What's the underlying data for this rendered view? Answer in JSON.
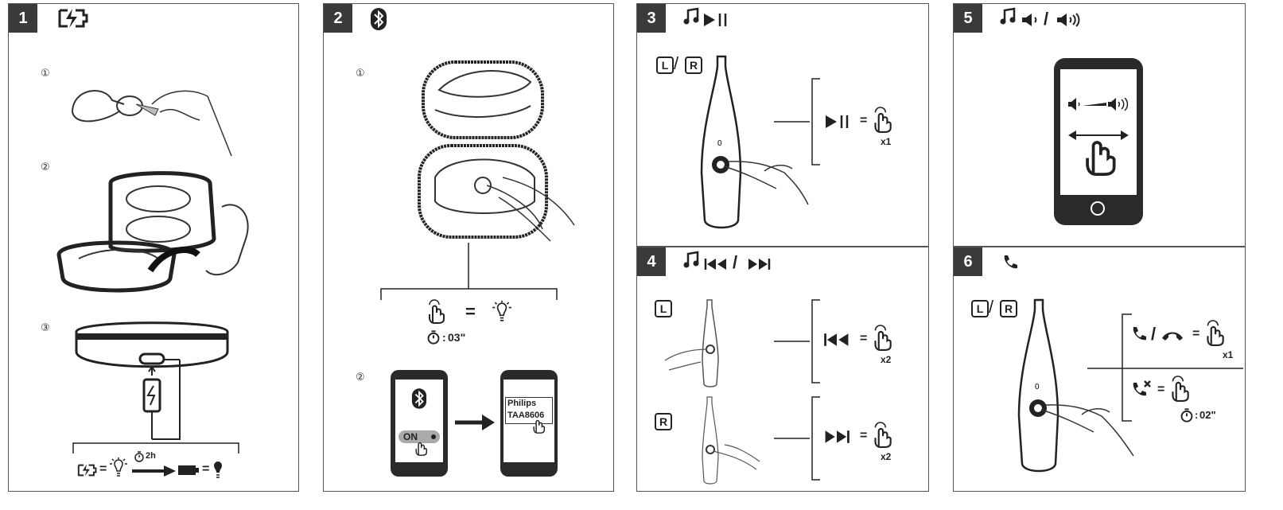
{
  "panels": [
    {
      "number": "1",
      "steps": [
        "①",
        "②",
        "③"
      ],
      "timer": "2h"
    },
    {
      "number": "2",
      "steps": [
        "①",
        "②"
      ],
      "timer": "03\"",
      "phone_on_label": "ON",
      "device_name_line1": "Philips",
      "device_name_line2": "TAA8606"
    },
    {
      "number": "3",
      "tap_count": "x1"
    },
    {
      "number": "4",
      "tap_count_left": "x2",
      "tap_count_right": "x2"
    },
    {
      "number": "5"
    },
    {
      "number": "6",
      "tap_count": "x1",
      "timer": "02\""
    }
  ],
  "side_labels": {
    "left": "L",
    "right": "R",
    "separator": "/"
  },
  "symbols": {
    "equals": "=",
    "colon": ":"
  },
  "icons": [
    "charging-icon",
    "bluetooth-icon",
    "music-note-icon",
    "play-pause-icon",
    "previous-track-icon",
    "next-track-icon",
    "volume-down-icon",
    "volume-up-icon",
    "phone-icon",
    "hang-up-icon",
    "reject-call-icon",
    "tap-hand-icon",
    "led-icon",
    "timer-icon"
  ],
  "colors": {
    "panel_number_bg": "#3a3a3a",
    "line": "#222222"
  }
}
